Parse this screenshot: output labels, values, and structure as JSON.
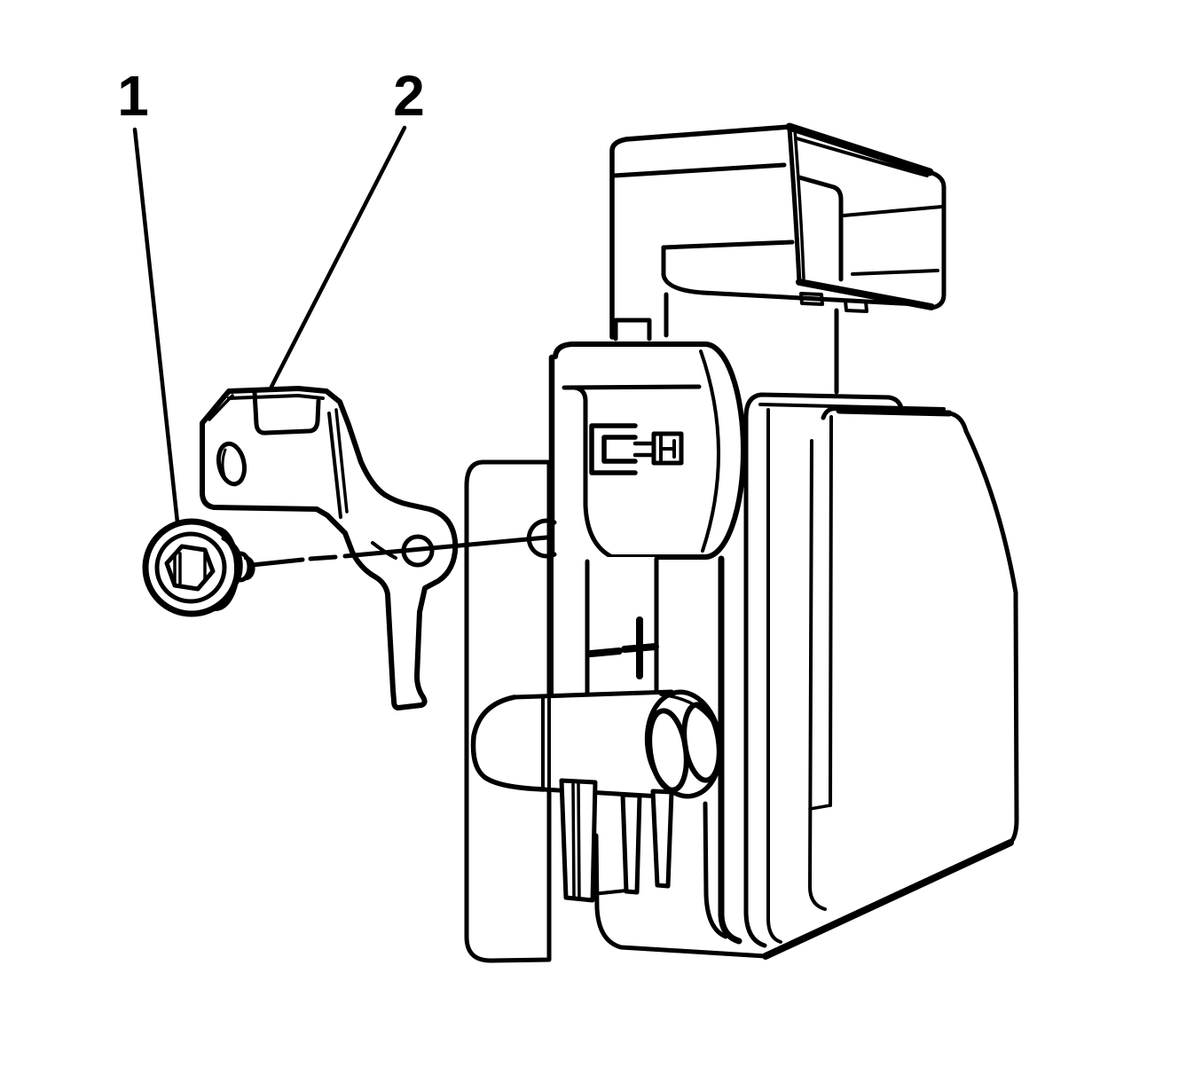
{
  "figure": {
    "kind": "exploded-parts-line-diagram",
    "background_color": "#ffffff",
    "line_color": "#000000",
    "callouts": [
      {
        "label": "1",
        "part": "flanged socket-head bolt"
      },
      {
        "label": "2",
        "part": "mounting bracket"
      }
    ],
    "unlabeled_parts": [
      "module assembly with top connector housing",
      "cylindrical boss with embossed connector symbol",
      "twin-port connector barrel",
      "connector blades",
      "mounting plate"
    ],
    "annotations": {
      "centerline": "dashed bolt axis through bracket hole to module mounting hole",
      "cross_mark": "dash-plus position mark on module strap"
    }
  }
}
